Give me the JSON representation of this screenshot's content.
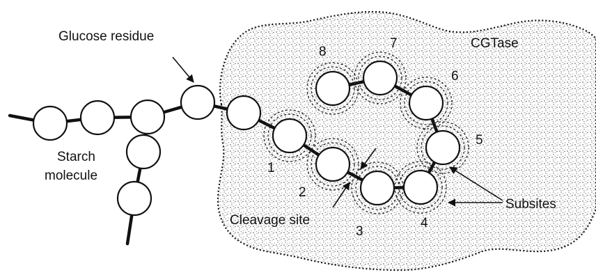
{
  "labels": {
    "glucose_residue": "Glucose residue",
    "enzyme": "CGTase",
    "starch_line1": "Starch",
    "starch_line2": "molecule",
    "cleavage_site": "Cleavage site",
    "subsites": "Subsites"
  },
  "subsite_numbers": [
    "1",
    "2",
    "3",
    "4",
    "5",
    "6",
    "7",
    "8"
  ]
}
